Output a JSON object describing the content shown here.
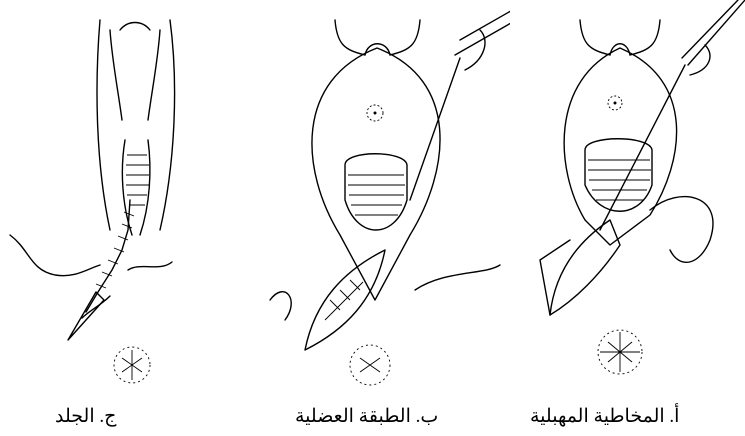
{
  "figure": {
    "panels": [
      {
        "id": "c",
        "caption": "ج. الجلد"
      },
      {
        "id": "b",
        "caption": "ب. الطبقة العضلية"
      },
      {
        "id": "a",
        "caption": "أ. المخاطية المهبلية"
      }
    ]
  }
}
